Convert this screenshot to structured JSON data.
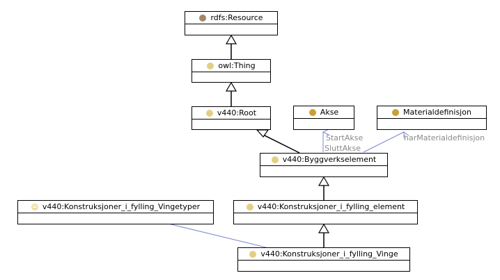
{
  "classes": {
    "resource": {
      "label": "rdfs:Resource"
    },
    "thing": {
      "label": "owl:Thing"
    },
    "root": {
      "label": "v440:Root"
    },
    "akse": {
      "label": "Akse"
    },
    "materialdefinisjon": {
      "label": "Materialdefinisjon"
    },
    "byggverkselement": {
      "label": "v440:Byggverkselement"
    },
    "vingetyper": {
      "label": "v440:Konstruksjoner_i_fylling_Vingetyper"
    },
    "fylling_element": {
      "label": "v440:Konstruksjoner_i_fylling_element"
    },
    "fylling_vinge": {
      "label": "v440:Konstruksjoner_i_fylling_Vinge"
    }
  },
  "edge_labels": {
    "start_akse": "StartAkse",
    "slutt_akse": "SluttAkse",
    "har_materialdefinisjon": "harMaterialdefinisjon"
  },
  "colors": {
    "border": "#000000",
    "relation": "#7a86d0",
    "edge_label": "#8a8a8a",
    "dot_resource": "#a08868",
    "dot_class": "#e3cf84",
    "dot_external": "#c9a035"
  }
}
